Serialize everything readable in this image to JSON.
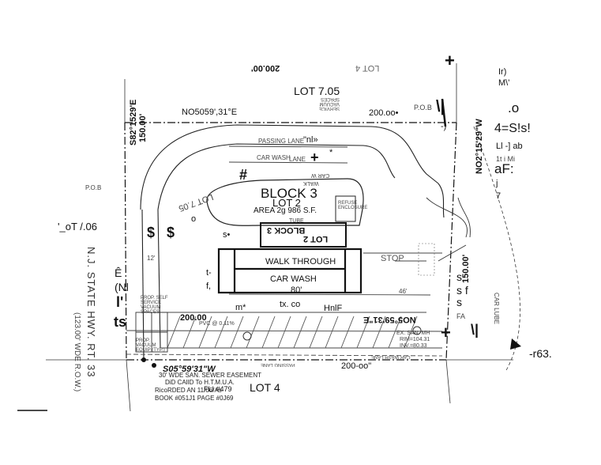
{
  "top_lot_label": "LOT 7.05",
  "top_bearing": "NO5059',31°E",
  "top_distance": "200.oo•",
  "pob_top": "P.O.B",
  "top_left_dist_upside": "200.00'",
  "lot4_upside": "LOT 4",
  "left_vertical_bearing": "S82°1529'E",
  "left_vertical_dist": "150.00'",
  "right_vertical_bearing": "NO2°15'29\"W",
  "right_vertical_dist": "150.00'",
  "passing_lane_top": "PASSING LANE",
  "nl_mark": "\"nl»",
  "car_wash_lane": "CAR WASH",
  "lane_word": "LANE",
  "plus_top": "+",
  "star_mark": "*",
  "hash_mark": "#",
  "block3_label": "BLOCK 3",
  "lot2_label": "LOT 2",
  "area_label": "AREA 2g 986 S.F.",
  "block3_upside": "BLOCK 3",
  "lot2_upside": "LOT 2",
  "lot705_upside": "LOT 7.05",
  "refuse": "REFUSE ENCLOSURE",
  "s_arrow": "s•",
  "walk_through": "WALK THROUGH",
  "car_wash": "CAR WASH",
  "dim_80": "80'",
  "stop": "STOP",
  "dim_46": "46'",
  "m_star": "m*",
  "tx_co": "tx. co",
  "hnie": "HnlF",
  "bottom_bearing_upside": "NO5°59'31\"E",
  "bottom_left_dist": "200.00",
  "bottom_bearing": "S05°59'31\"W",
  "bottom_distance": "200-oo\"",
  "passing_lane_bottom": "PASSING LANE",
  "car_wash_lane_bottom": "CAR WASH LANE",
  "easement_lines": [
    "30' WDE SAN. SEWER EASEMENT",
    "DiD CAlID To H.T.M.U.A.",
    "RicoRDED AN 11/06/As",
    "BOOK #051J1 PAGE #0J69"
  ],
  "fli": "FLI #479",
  "lot4_bottom": "LOT 4",
  "pob_left": "P.O.B",
  "ot06": "'_oT /.06",
  "dollar": "$",
  "left_o": "o",
  "nj_state_hwy": "N.J. STATE HWY. RT. 33",
  "row_width": "(123.00' WDE R.O.W.)",
  "side_e": "Ê",
  "side_nl": "(Nl",
  "side_l": "l'",
  "side_ts": "ts",
  "side_t": "t-",
  "side_f": "f,",
  "prop_self": "PROP. SELF SERVICE VACUUM SPACES",
  "prop_vac": "PROP. VACUUM EQUIP (TYP.)",
  "dim_12": "12'",
  "pvc_note": "PVC @ 0.11%",
  "ex_san": "EX. SAN. MH",
  "rim": "RIM=104.31",
  "inv": "INV.=80.33",
  "right_s": "s",
  "right_sf": "s f",
  "right_s2": "s",
  "right_fa": "FA",
  "right_x": "\\|",
  "right_plus": "+",
  "right_plus_bottom": "+",
  "r63": "-r63.",
  "right_o": ".o",
  "right_4s": "4=S!s!",
  "right_li": "Ll -] ab",
  "right_1ti": "1t i Mi",
  "right_af": "aF:",
  "right_j": "j",
  "right_7": "7",
  "right_ir": "Ir)",
  "right_mv": "M\\'",
  "car_lube": "CAR LUBE",
  "paren_mark": "-)",
  "pob_x": "\\|",
  "service_vac_upside": "SERVICE VACUUM SPACES",
  "walk_upside": "WALK",
  "car_upside": "CAR W",
  "tube_upside": "TUBE",
  "colors": {
    "ink": "#111111",
    "light": "#777777",
    "hatch": "#555555"
  }
}
